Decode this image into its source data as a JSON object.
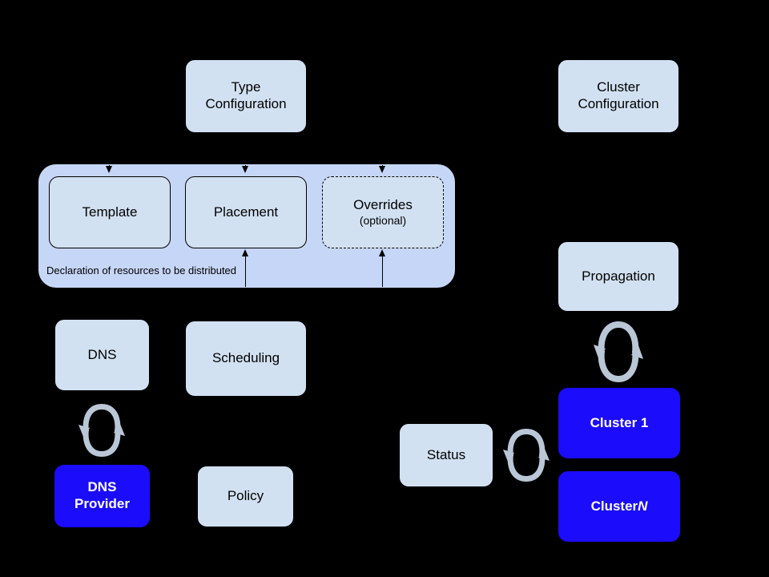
{
  "diagram": {
    "title": "Kubernetes Federation architecture diagram",
    "background_color": "#000000",
    "palette": {
      "node_fill": "#d2e1f2",
      "group_fill": "#c6d6f6",
      "cluster_fill": "#1b0cfc",
      "stroke": "#000000",
      "cluster_text": "#ffffff",
      "sync_icon": "#b8c6d6"
    },
    "nodes": {
      "type_configuration": {
        "label": "Type\nConfiguration"
      },
      "cluster_configuration": {
        "label": "Cluster\nConfiguration"
      },
      "template": {
        "label": "Template"
      },
      "placement": {
        "label": "Placement"
      },
      "overrides": {
        "label": "Overrides",
        "sublabel": "(optional)"
      },
      "federated_resource_caption": {
        "label": "Declaration of resources to be distributed"
      },
      "dns": {
        "label": "DNS"
      },
      "dns_provider": {
        "label": "DNS\nProvider"
      },
      "scheduling": {
        "label": "Scheduling"
      },
      "policy": {
        "label": "Policy"
      },
      "propagation": {
        "label": "Propagation"
      },
      "status": {
        "label": "Status"
      },
      "cluster_1": {
        "label": "Cluster 1"
      },
      "cluster_n_prefix": {
        "label": "Cluster "
      },
      "cluster_n_suffix": {
        "label": "N"
      }
    },
    "icons": {
      "sync_dns": "sync-arrows-icon",
      "sync_propagation": "sync-arrows-icon",
      "sync_status": "sync-arrows-horizontal-icon"
    }
  }
}
